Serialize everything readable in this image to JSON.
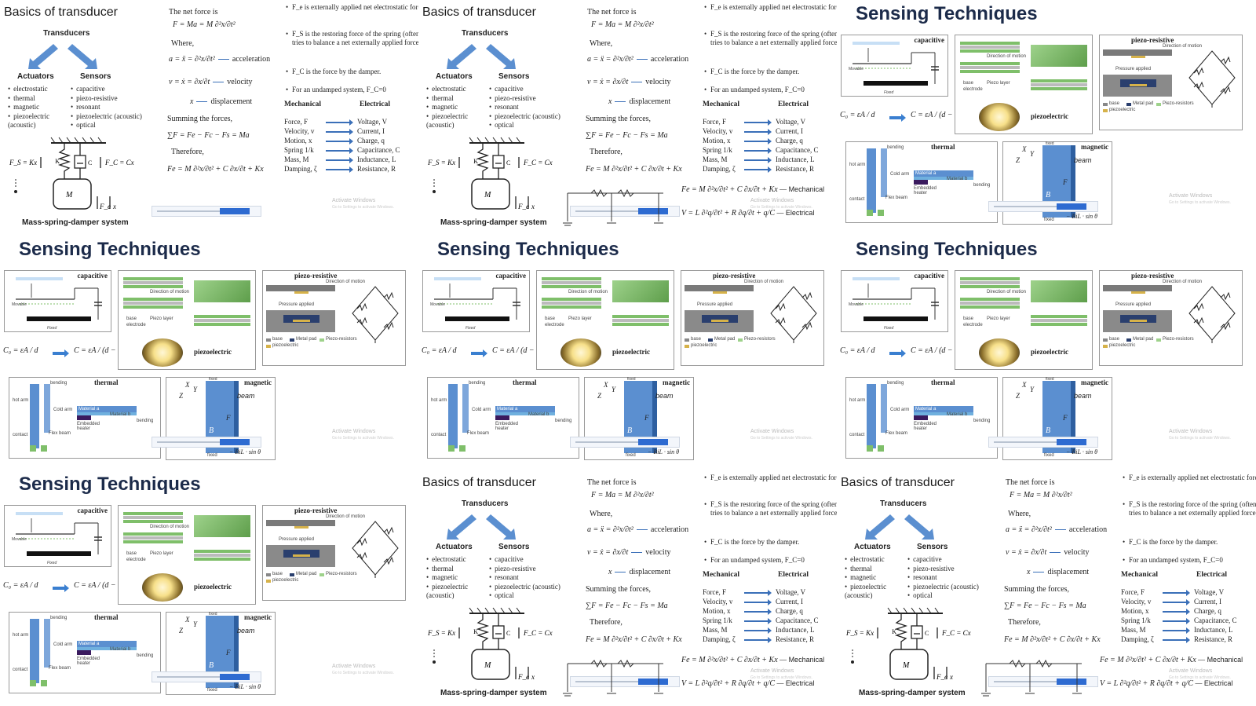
{
  "basics": {
    "title": "Basics of transducer",
    "transducers": "Transducers",
    "actuators": "Actuators",
    "sensors": "Sensors",
    "actuator_items": [
      "electrostatic",
      "thermal",
      "magnetic",
      "piezoelectric (acoustic)"
    ],
    "sensor_items": [
      "capacitive",
      "piezo-resistive",
      "resonant",
      "piezoelectric (acoustic)",
      "optical"
    ],
    "fs_label": "F_S = Kx",
    "fc_label": "F_C = Cx",
    "k_label": "K",
    "c_label": "C",
    "m_label": "M",
    "fe_label": "F_e",
    "x_label": "x",
    "diagram_label": "Mass-spring-damper system",
    "net_force": "The net force is",
    "eq_fma": "F = Ma = M ∂²x/∂t²",
    "where": "Where,",
    "eq_acc": "a = ẍ = ∂²x/∂t²",
    "acc_label": "acceleration",
    "eq_vel": "v = ẋ = ∂x/∂t",
    "vel_label": "velocity",
    "eq_disp": "x",
    "disp_label": "displacement",
    "summing": "Summing the forces,",
    "eq_sum": "∑F = Fe − Fc − Fs = Ma",
    "therefore": "Therefore,",
    "eq_final": "Fe = M ∂²x/∂t² + C ∂x/∂t + Kx",
    "bullet_fe": "F_e is externally applied net electrostatic force",
    "bullet_fs": "F_S is the restoring force of the spring (often tries to balance a net externally applied force)",
    "bullet_fc": "F_C is the force by the damper.",
    "bullet_undamped": "For an undamped system, F_C=0",
    "mech_header": "Mechanical",
    "elec_header": "Electrical",
    "mech_items": [
      "Force, F",
      "Velocity, v",
      "Motion, x",
      "Spring 1/k",
      "Mass, M",
      "Damping, ζ"
    ],
    "elec_items": [
      "Voltage, V",
      "Current, I",
      "Charge, q",
      "Capacitance, C",
      "Inductance, L",
      "Resistance, R"
    ],
    "fe_eq": "Fe = M ∂²x/∂t² + C ∂x/∂t + Kx",
    "fe_eq_label": "Mechanical",
    "v_eq": "V = L ∂²q/∂t² + R ∂q/∂t + q/C",
    "v_eq_label": "Electrical",
    "watermark": "Activate Windows",
    "watermark_sub": "Go to Settings to activate Windows."
  },
  "sensing": {
    "title": "Sensing Techniques",
    "capacitive": "capacitive",
    "piezo_resistive": "piezo-resistive",
    "piezoelectric": "piezoelectric",
    "thermal": "thermal",
    "magnetic": "magnetic",
    "eq_c0": "C₀ = εA / d",
    "eq_c": "C = εA / (d − x)",
    "fixed": "Fixed",
    "movable": "Movable",
    "bending": "bending",
    "hot_arm": "hot arm",
    "cold_arm": "Cold arm",
    "flex_beam": "Flex beam",
    "contact": "contact",
    "material_a": "Material a",
    "material_b": "Material b",
    "embedded_heater": "Embedded heater",
    "beam": "beam",
    "fixed_lower": "fixed",
    "b_label": "B",
    "f_label": "F",
    "x_axis": "X",
    "y_axis": "Y",
    "z_axis": "Z",
    "force_eq": "− BiL · sin θ",
    "direction_of_motion": "Direction of motion",
    "pressure_applied": "Pressure applied",
    "legend_base": "base",
    "legend_piezo": "Piezo layer",
    "legend_electrode": "electrode",
    "legend_metal": "Metal pad",
    "legend_resistors": "Piezo-resistors",
    "legend_piezo_mat": "piezoelectric"
  },
  "colors": {
    "accent": "#3a7fd0",
    "title": "#1c2b4a",
    "green": "#7fbf6a",
    "beam": "#5b8fd0"
  }
}
